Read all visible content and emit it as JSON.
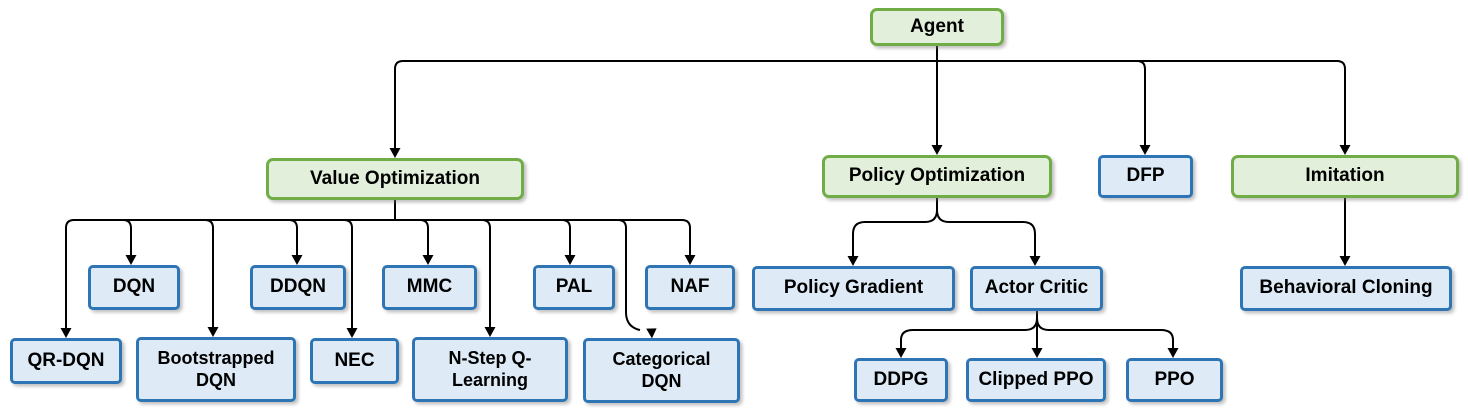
{
  "colors": {
    "green_border": "#70AD47",
    "green_fill": "#E2EFDA",
    "blue_border": "#2E75B6",
    "blue_fill": "#DEEBF7",
    "connector": "#000000",
    "background": "#FFFFFF"
  },
  "nodes": {
    "agent": {
      "label": "Agent",
      "style": "green",
      "children": [
        "value_optimization",
        "policy_optimization",
        "dfp",
        "imitation"
      ]
    },
    "value_optimization": {
      "label": "Value Optimization",
      "style": "green",
      "children": [
        "qr_dqn",
        "dqn",
        "bootstrapped_dqn",
        "ddqn",
        "nec",
        "mmc",
        "n_step_q_learning",
        "pal",
        "categorical_dqn",
        "naf"
      ]
    },
    "policy_optimization": {
      "label": "Policy Optimization",
      "style": "green",
      "children": [
        "policy_gradient",
        "actor_critic"
      ]
    },
    "dfp": {
      "label": "DFP",
      "style": "blue",
      "children": []
    },
    "imitation": {
      "label": "Imitation",
      "style": "green",
      "children": [
        "behavioral_cloning"
      ]
    },
    "dqn": {
      "label": "DQN",
      "style": "blue",
      "children": []
    },
    "ddqn": {
      "label": "DDQN",
      "style": "blue",
      "children": []
    },
    "mmc": {
      "label": "MMC",
      "style": "blue",
      "children": []
    },
    "pal": {
      "label": "PAL",
      "style": "blue",
      "children": []
    },
    "naf": {
      "label": "NAF",
      "style": "blue",
      "children": []
    },
    "qr_dqn": {
      "label": "QR-DQN",
      "style": "blue",
      "children": []
    },
    "bootstrapped_dqn": {
      "label": "Bootstrapped DQN",
      "style": "blue",
      "children": []
    },
    "nec": {
      "label": "NEC",
      "style": "blue",
      "children": []
    },
    "n_step_q_learning": {
      "label": "N-Step Q-Learning",
      "style": "blue",
      "children": []
    },
    "categorical_dqn": {
      "label": "Categorical DQN",
      "style": "blue",
      "children": []
    },
    "policy_gradient": {
      "label": "Policy Gradient",
      "style": "blue",
      "children": []
    },
    "actor_critic": {
      "label": "Actor Critic",
      "style": "blue",
      "children": [
        "ddpg",
        "clipped_ppo",
        "ppo"
      ]
    },
    "behavioral_cloning": {
      "label": "Behavioral Cloning",
      "style": "blue",
      "children": []
    },
    "ddpg": {
      "label": "DDPG",
      "style": "blue",
      "children": []
    },
    "clipped_ppo": {
      "label": "Clipped PPO",
      "style": "blue",
      "children": []
    },
    "ppo": {
      "label": "PPO",
      "style": "blue",
      "children": []
    }
  }
}
